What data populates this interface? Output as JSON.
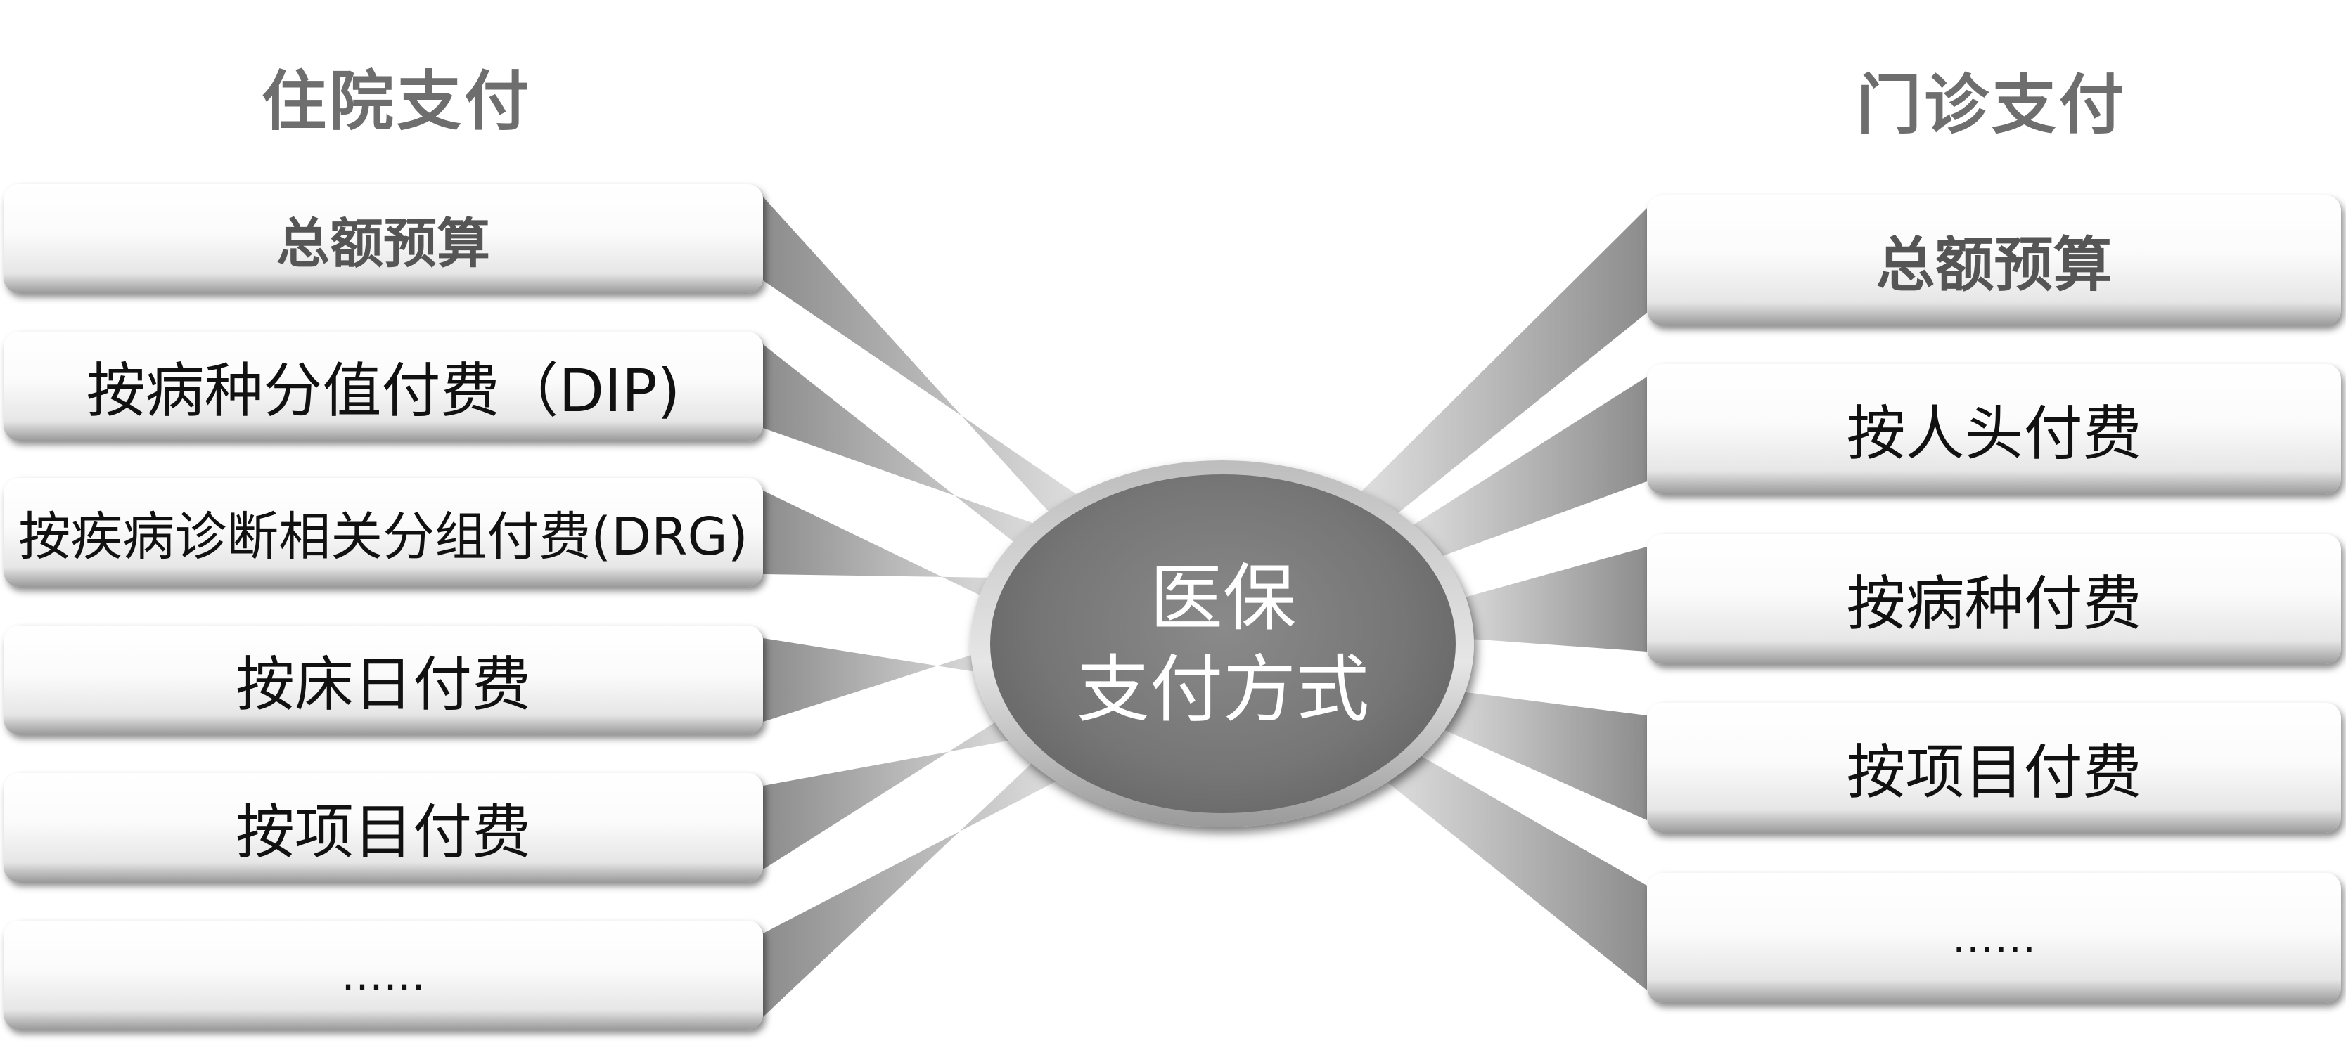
{
  "left": {
    "title": "住院支付",
    "items": [
      {
        "label": "总额预算",
        "bold": true
      },
      {
        "label": "按病种分值付费（DIP)",
        "bold": false
      },
      {
        "label": "按疾病诊断相关分组付费(DRG)",
        "bold": false
      },
      {
        "label": "按床日付费",
        "bold": false
      },
      {
        "label": "按项目付费",
        "bold": false
      },
      {
        "label": "……",
        "bold": false
      }
    ]
  },
  "right": {
    "title": "门诊支付",
    "items": [
      {
        "label": "总额预算",
        "bold": true
      },
      {
        "label": "按人头付费",
        "bold": false
      },
      {
        "label": "按病种付费",
        "bold": false
      },
      {
        "label": "按项目付费",
        "bold": false
      },
      {
        "label": "……",
        "bold": false
      }
    ]
  },
  "center": {
    "line1": "医保",
    "line2": "支付方式"
  }
}
